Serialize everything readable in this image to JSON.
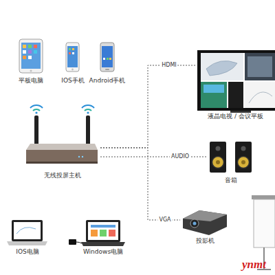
{
  "diagram": {
    "nodes": [
      {
        "text": [
          "平板电脑"
        ]
      },
      {
        "text": [
          "IOS手机"
        ]
      },
      {
        "text": [
          "Android手机"
        ]
      },
      {
        "text": [
          "液晶电视 / 会议平板"
        ]
      },
      {
        "text": [
          "无线投屏主机"
        ]
      },
      {
        "text": [
          "音箱"
        ]
      },
      {
        "text": [
          "投影机"
        ]
      },
      {
        "text": [
          "IOS电脑"
        ]
      },
      {
        "text": [
          "Windows电脑"
        ]
      }
    ],
    "edges": [
      {
        "from": 4,
        "to": 3,
        "arrow": "none",
        "label": "HDMI"
      },
      {
        "from": 4,
        "to": 5,
        "arrow": "none",
        "label": "AUDIO"
      },
      {
        "from": 4,
        "to": 6,
        "arrow": "none",
        "label": "VGA"
      }
    ],
    "labels": [
      "ynmt"
    ]
  }
}
